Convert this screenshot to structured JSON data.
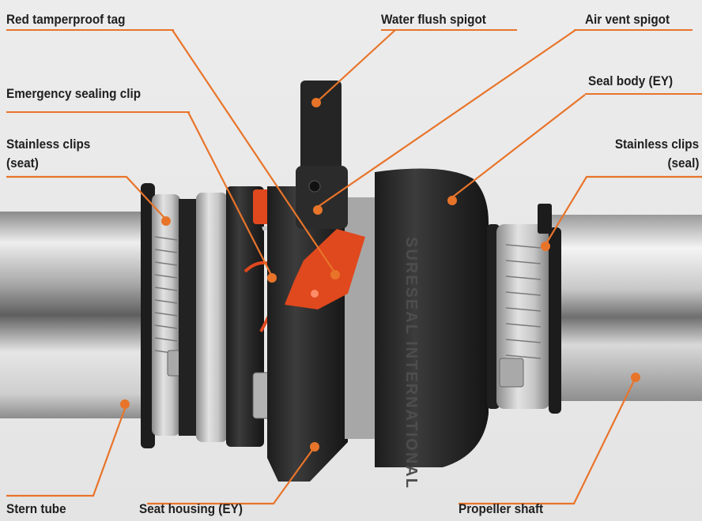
{
  "labels": {
    "red_tag": "Red tamperproof tag",
    "water_flush": "Water flush spigot",
    "air_vent": "Air vent spigot",
    "emergency_clip": "Emergency sealing clip",
    "seal_body": "Seal body (EY)",
    "stainless_seat_1": "Stainless clips",
    "stainless_seat_2": "(seat)",
    "stainless_seal_1": "Stainless clips",
    "stainless_seal_2": "(seal)",
    "stern_tube": "Stern tube",
    "seat_housing": "Seat housing (EY)",
    "propeller_shaft": "Propeller shaft"
  },
  "colors": {
    "leader": "#e8742a",
    "tag": "#e0481e",
    "rubber": "#2a2a2a",
    "steel": "#b9b9b9"
  },
  "body_text": "SURESEAL INTERNATIONAL"
}
